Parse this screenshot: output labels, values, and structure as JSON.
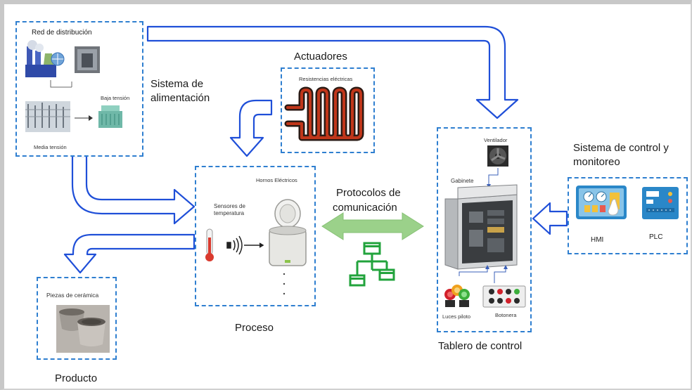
{
  "diagram": {
    "red_distribucion": {
      "title": "Red de distribución",
      "baja_tension": "Baja tensión",
      "media_tension": "Media tensión"
    },
    "sistema_alimentacion": [
      "Sistema de",
      "alimentación"
    ],
    "actuadores": {
      "heading": "Actuadores",
      "box_label": "Resistencias eléctricas"
    },
    "proceso": {
      "box_label": "Hornos Eléctricos",
      "sensores": [
        "Sensores de",
        "temperatura"
      ],
      "caption": "Proceso"
    },
    "protocolos": [
      "Protocolos de",
      "comunicación"
    ],
    "tablero": {
      "ventilador": "Ventilador",
      "gabinete": "Gabinete",
      "luces": "Luces piloto",
      "botonera": "Botonera",
      "caption": "Tablero de control"
    },
    "control": {
      "heading": [
        "Sistema de control y",
        "monitoreo"
      ],
      "hmi": "HMI",
      "plc": "PLC"
    },
    "producto": {
      "box_label": "Piezas de cerámica",
      "caption": "Producto"
    }
  },
  "colors": {
    "dashed_border": "#2f7fd0",
    "arrow_outline": "#1f4fd8",
    "double_arrow": "#9bd18a",
    "network_icon": "#22a33c",
    "coil": "#c0361a"
  }
}
